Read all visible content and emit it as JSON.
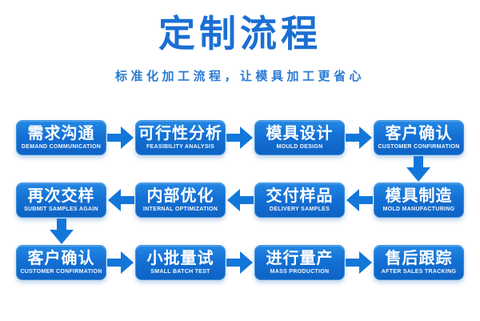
{
  "header": {
    "title": "定制流程",
    "subtitle": "标准化加工流程，让模具加工更省心"
  },
  "colors": {
    "title_blue": "#1b6fd3",
    "subtitle_blue": "#2a7ad2",
    "box_gradient_top": "#2488e4",
    "box_gradient_bottom": "#0e63c4",
    "arrow_blue": "#1377da",
    "text_white": "#ffffff",
    "background": "#ffffff"
  },
  "icons": {
    "arrow_right": "arrow-right-icon",
    "arrow_left": "arrow-left-icon",
    "arrow_down": "arrow-down-icon"
  },
  "flow": {
    "rows": [
      {
        "direction": "right",
        "steps": [
          {
            "zh": "需求沟通",
            "en": "DEMAND COMMUNICATION"
          },
          {
            "zh": "可行性分析",
            "en": "FEASIBILITY ANALYSIS"
          },
          {
            "zh": "模具设计",
            "en": "MOULD DESIGN"
          },
          {
            "zh": "客户确认",
            "en": "CUSTOMER CONFIRMATION"
          }
        ]
      },
      {
        "direction": "left",
        "steps": [
          {
            "zh": "再次交样",
            "en": "SUBMIT SAMPLES AGAIN"
          },
          {
            "zh": "内部优化",
            "en": "INTERNAL OPTIMIZATION"
          },
          {
            "zh": "交付样品",
            "en": "DELIVERY SAMPLES"
          },
          {
            "zh": "模具制造",
            "en": "MOLD MANUFACTURING"
          }
        ]
      },
      {
        "direction": "right",
        "steps": [
          {
            "zh": "客户确认",
            "en": "CUSTOMER CONFIRMATION"
          },
          {
            "zh": "小批量试",
            "en": "SMALL BATCH TEST"
          },
          {
            "zh": "进行量产",
            "en": "MASS PRODUCTION"
          },
          {
            "zh": "售后跟踪",
            "en": "AFTER SALES TRACKING"
          }
        ]
      }
    ],
    "connectors": [
      {
        "from": "客户确认",
        "to": "模具制造",
        "side": "right"
      },
      {
        "from": "再次交样",
        "to": "客户确认",
        "side": "left"
      }
    ]
  }
}
